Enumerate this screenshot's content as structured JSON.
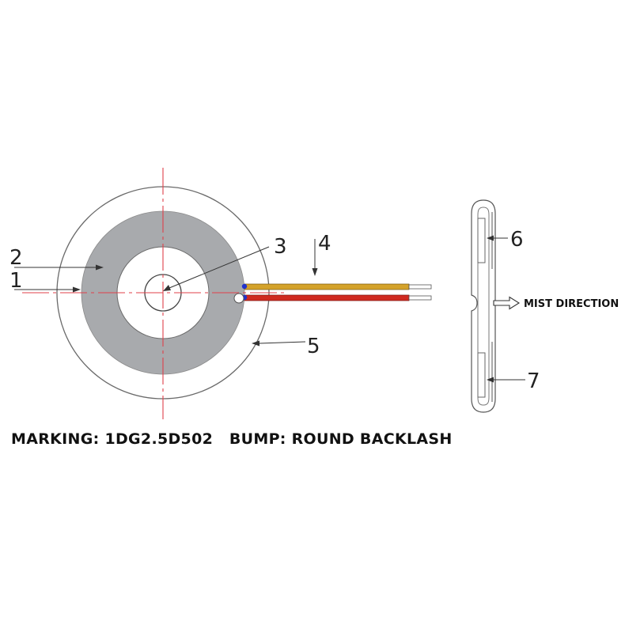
{
  "callouts": {
    "c1": "1",
    "c2": "2",
    "c3": "3",
    "c4": "4",
    "c5": "5",
    "c6": "6",
    "c7": "7"
  },
  "mist_label": "MIST DIRECTION",
  "caption": "MARKING: 1DG2.5D502   BUMP: ROUND BACKLASH",
  "colors": {
    "ceramic_ring": "#a8aaad",
    "centerline": "#e0404a",
    "wire_top": "#d4a22a",
    "wire_bottom": "#cf2a20",
    "solder_dot": "#2233cc"
  }
}
